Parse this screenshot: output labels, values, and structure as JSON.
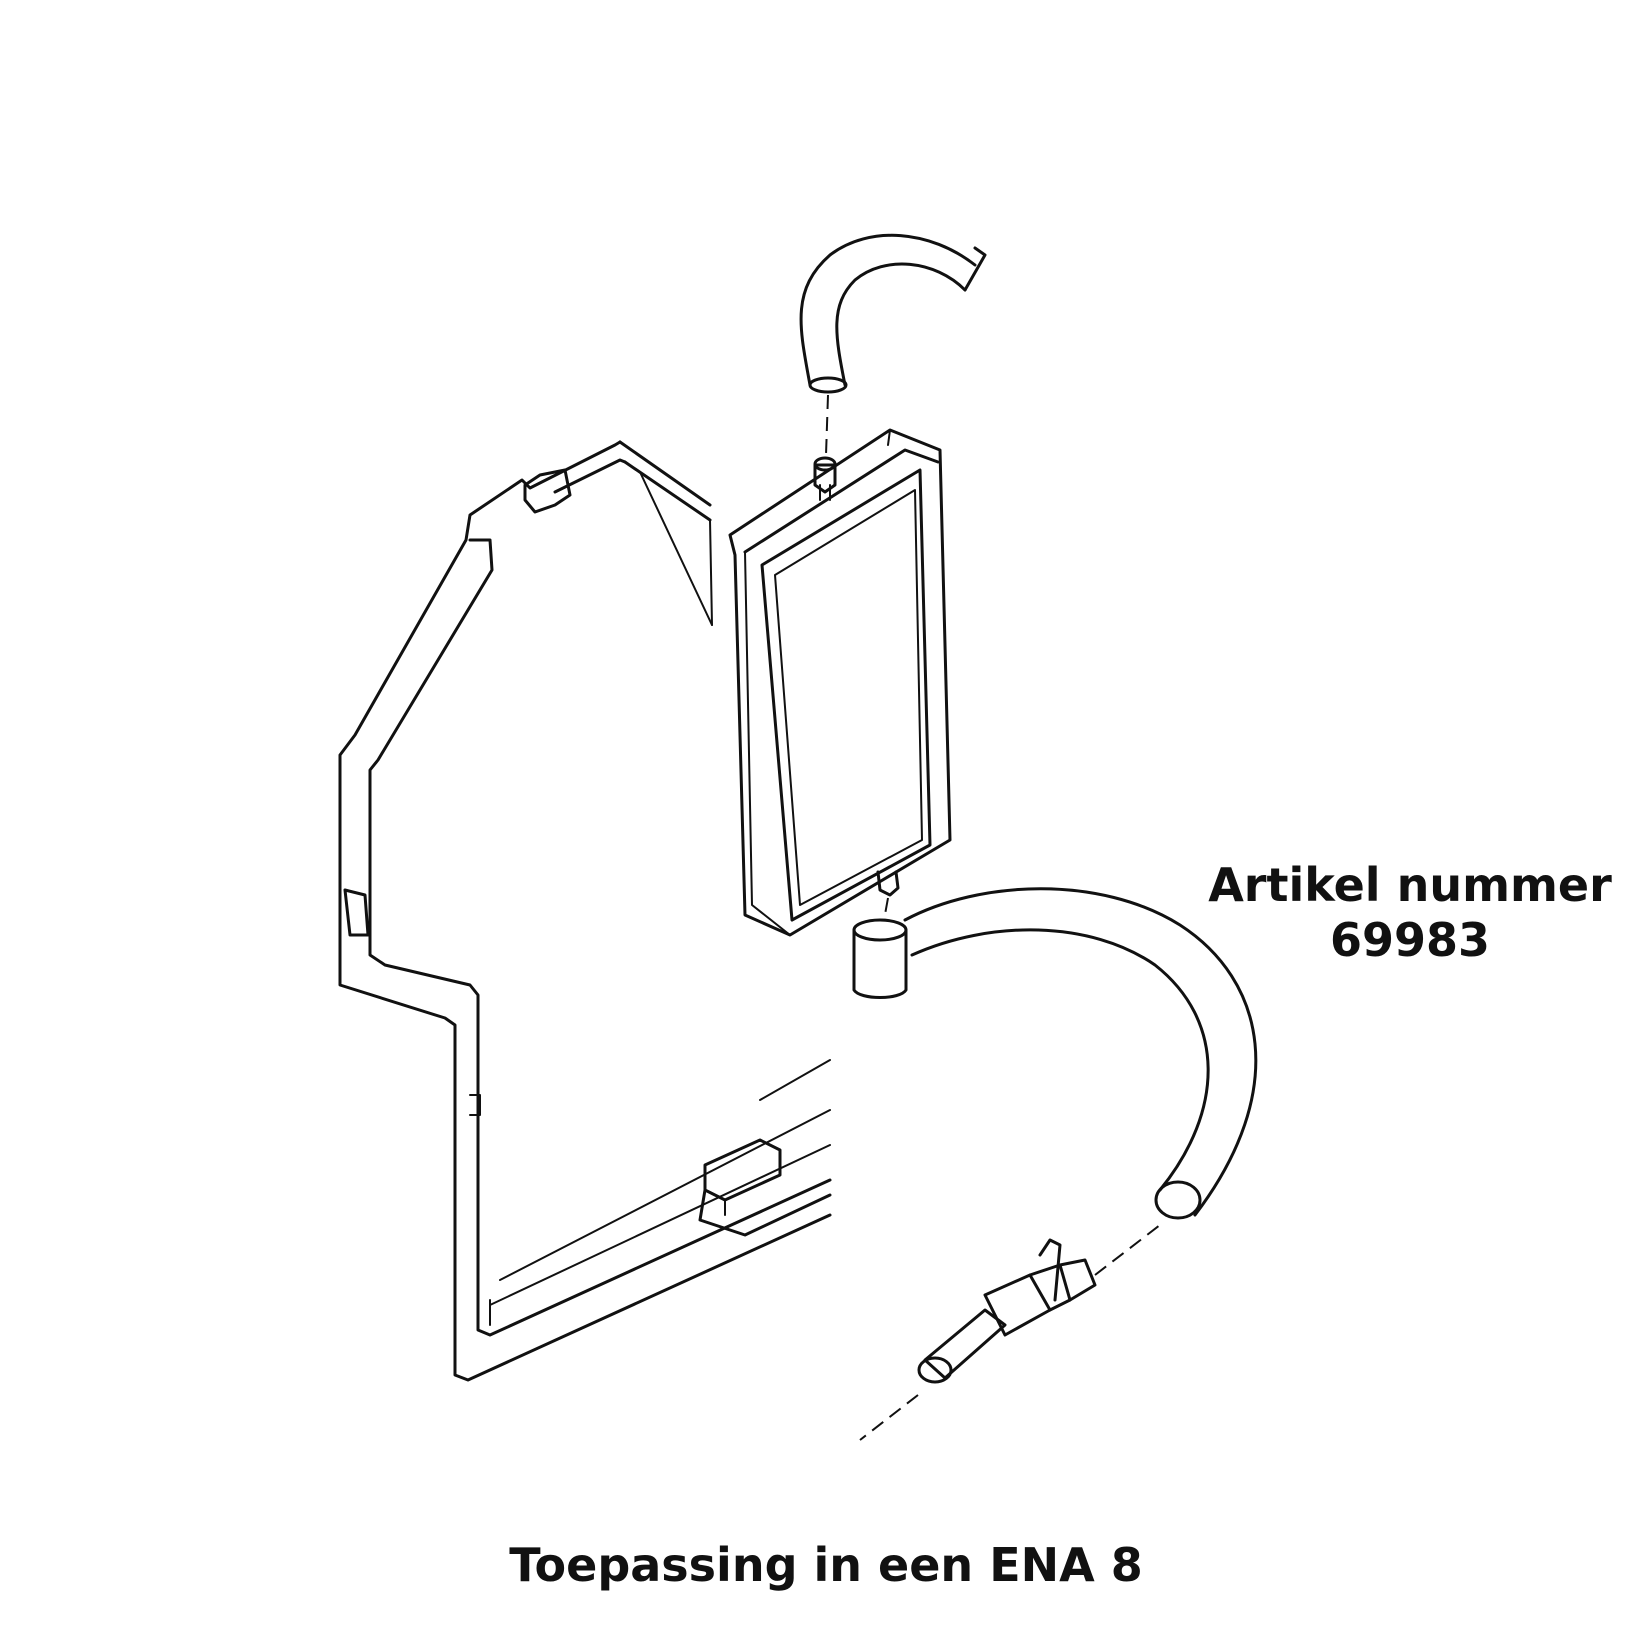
{
  "article": {
    "label_line1": "Artikel nummer",
    "label_line2": "69983"
  },
  "caption": "Toepassing in een ENA 8",
  "colors": {
    "ink": "#111111",
    "background": "#ffffff"
  }
}
